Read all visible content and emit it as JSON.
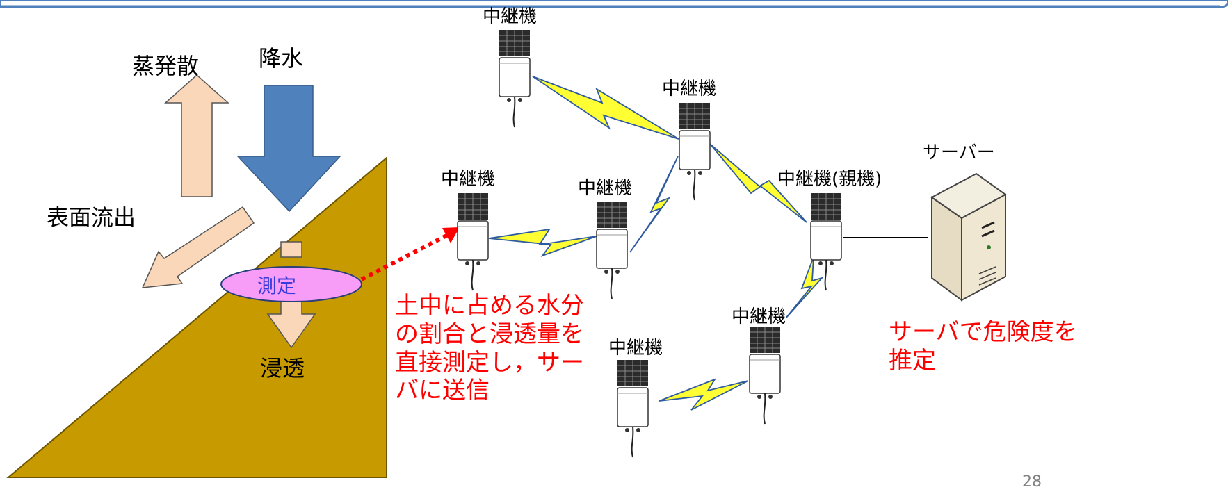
{
  "diagram": {
    "labels": {
      "evapotranspiration": "蒸発散",
      "precipitation": "降水",
      "surface_runoff": "表面流出",
      "measurement": "測定",
      "infiltration": "浸透",
      "server": "サーバー"
    },
    "nodes": {
      "relay_top": "中継機",
      "relay_upper_mid": "中継機",
      "relay_left": "中継機",
      "relay_center": "中継機",
      "relay_parent": "中継機(親機)",
      "relay_lower_right": "中継機",
      "relay_bottom": "中継機"
    },
    "annotations": {
      "measure_note": "土中に占める水分の割合と浸透量を直接測定し，サーバに送信",
      "server_note": "サーバで危険度を推定"
    },
    "page_number": "28",
    "colors": {
      "slope": "#c79a00",
      "precip_arrow": "#4f81bd",
      "flow_arrows": "#fad7b8",
      "measure_ellipse": "#f79cf7",
      "red_text": "#ff0000",
      "lightning": "#ffff33",
      "title_bar": "#4f81bd"
    }
  }
}
